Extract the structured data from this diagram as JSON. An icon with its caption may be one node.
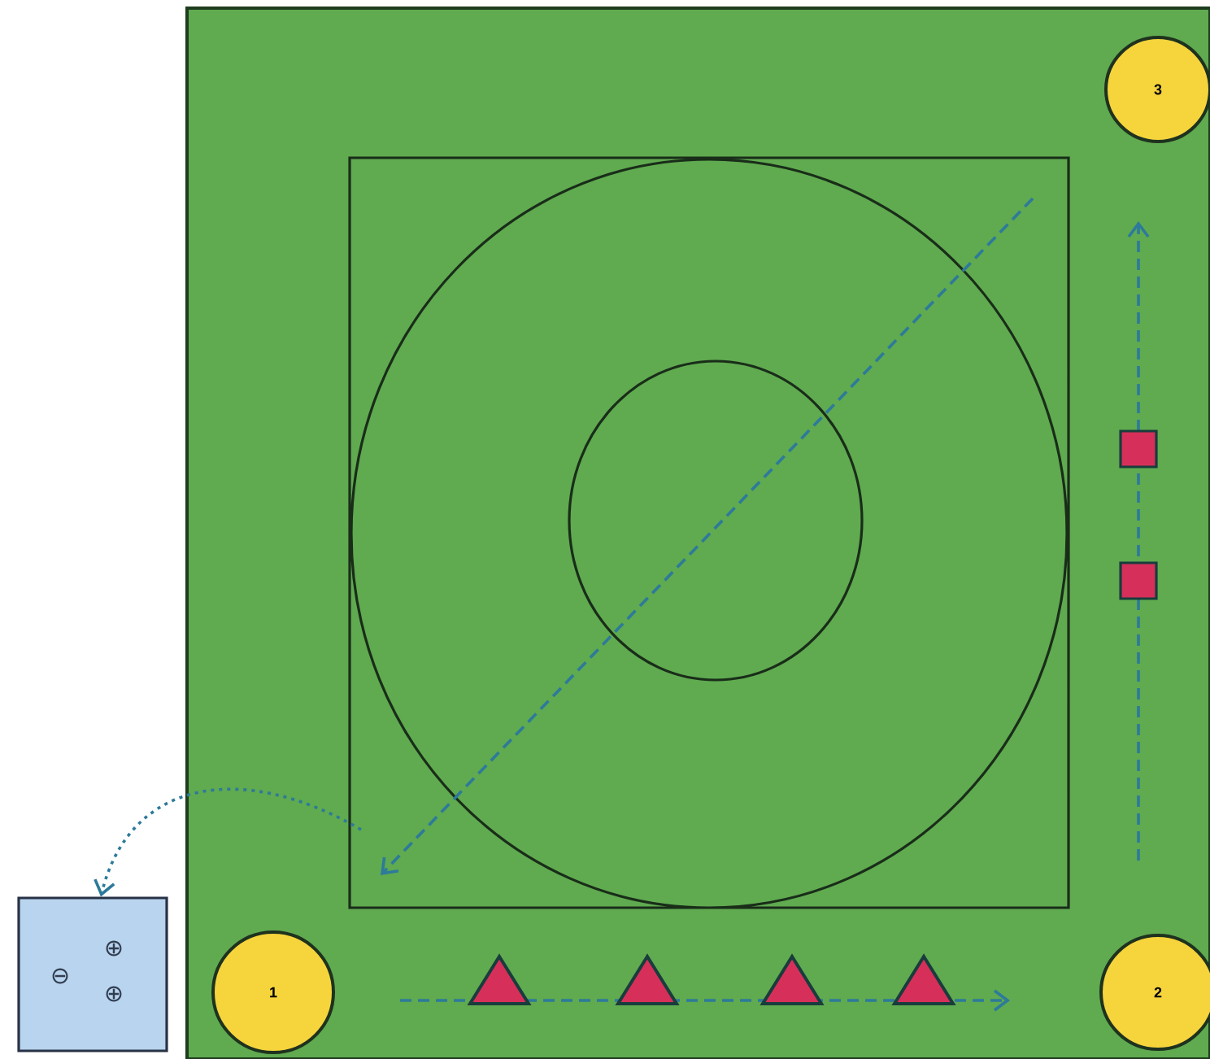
{
  "diagram": {
    "nodes": [
      {
        "text": [
          "3"
        ]
      },
      {
        "text": [
          "⊖",
          "⊕",
          "⊕"
        ]
      },
      {
        "text": [
          "1"
        ]
      },
      {
        "text": [
          "2"
        ]
      }
    ],
    "edges": [
      {
        "from": 2,
        "to": 3,
        "arrow": "to",
        "style": "dashed"
      },
      {
        "from": 3,
        "to": 0,
        "arrow": "to",
        "style": "dashed"
      },
      {
        "from": null,
        "to": 1,
        "arrow": "to",
        "style": "dashed"
      }
    ]
  }
}
